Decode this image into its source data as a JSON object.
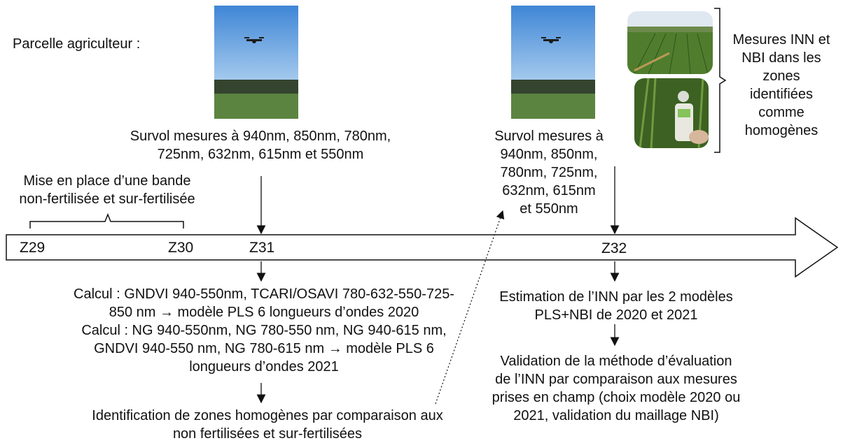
{
  "farmer_plot_label": "Parcelle agriculteur :",
  "flight_1": "Survol mesures à 940nm, 850nm, 780nm,\n725nm, 632nm, 615nm et 550nm",
  "flight_2": "Survol mesures à\n940nm, 850nm,\n780nm, 725nm,\n632nm, 615nm\net 550nm",
  "band_setup": "Mise en place d’une bande\nnon-fertilisée et sur-fertilisée",
  "field_measures": "Mesures INN et\nNBI dans les\nzones\nidentifiées\ncomme\nhomogènes",
  "stages": {
    "z29": "Z29",
    "z30": "Z30",
    "z31": "Z31",
    "z32": "Z32"
  },
  "calc_block": "Calcul : GNDVI 940-550nm, TCARI/OSAVI 780-632-550-725-\n850 nm → modèle PLS 6 longueurs d’ondes 2020\nCalcul : NG 940-550nm, NG 780-550 nm, NG 940-615 nm,\nGNDVI 940-550 nm, NG 780-615 nm → modèle PLS 6\nlongueurs d’ondes 2021",
  "identification": "Identification de zones homogènes par comparaison aux\nnon fertilisées et sur-fertilisées",
  "estimation": "Estimation de l’INN par les 2 modèles\nPLS+NBI de 2020 et 2021",
  "validation": "Validation de la méthode d’évaluation\nde l’INN par comparaison aux mesures\nprises en champ (choix modèle 2020 ou\n2021, validation du maillage NBI)",
  "colors": {
    "sky": "#4a8fd8",
    "field": "#4f7a3a",
    "trees": "#2f3f2a"
  },
  "icons": [
    "drone-photo",
    "field-photo",
    "nbi-meter-photo"
  ]
}
